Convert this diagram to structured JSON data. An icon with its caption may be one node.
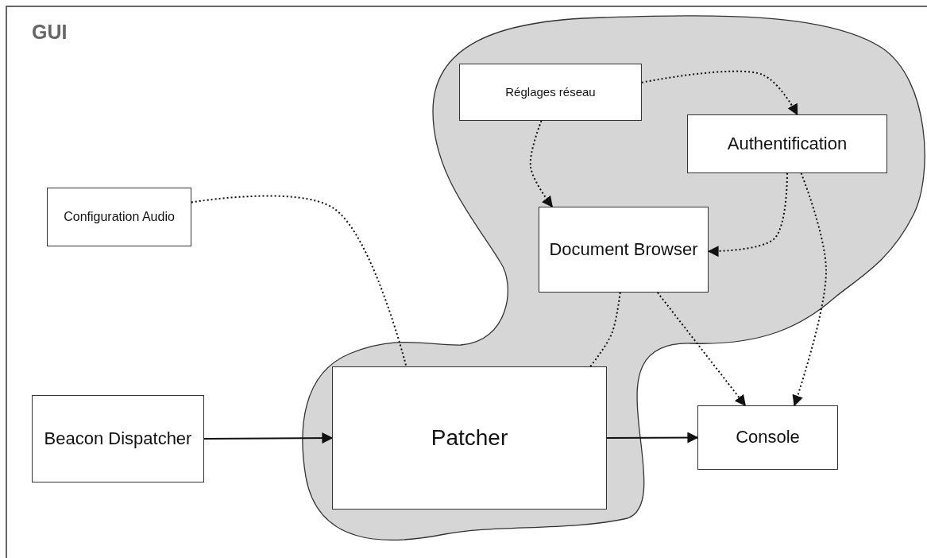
{
  "diagram": {
    "title": "GUI",
    "nodes": [
      {
        "text": [
          "Réglages réseau"
        ]
      },
      {
        "text": [
          "Authentification"
        ]
      },
      {
        "text": [
          "Configuration Audio"
        ]
      },
      {
        "text": [
          "Document Browser"
        ]
      },
      {
        "text": [
          "Beacon Dispatcher"
        ]
      },
      {
        "text": [
          "Patcher"
        ]
      },
      {
        "text": [
          "Console"
        ]
      }
    ],
    "edges": [
      {
        "from": 0,
        "to": 1,
        "arrow": "to",
        "style": "dashed"
      },
      {
        "from": 0,
        "to": 3,
        "arrow": "to",
        "style": "dashed"
      },
      {
        "from": 1,
        "to": 3,
        "arrow": "to",
        "style": "dashed"
      },
      {
        "from": 2,
        "to": 5,
        "arrow": "none",
        "style": "dashed"
      },
      {
        "from": 3,
        "to": 5,
        "arrow": "none",
        "style": "dashed"
      },
      {
        "from": 3,
        "to": 6,
        "arrow": "to",
        "style": "dashed"
      },
      {
        "from": 1,
        "to": 6,
        "arrow": "to",
        "style": "dashed"
      },
      {
        "from": 4,
        "to": 5,
        "arrow": "to"
      },
      {
        "from": 5,
        "to": 6,
        "arrow": "to"
      }
    ]
  }
}
